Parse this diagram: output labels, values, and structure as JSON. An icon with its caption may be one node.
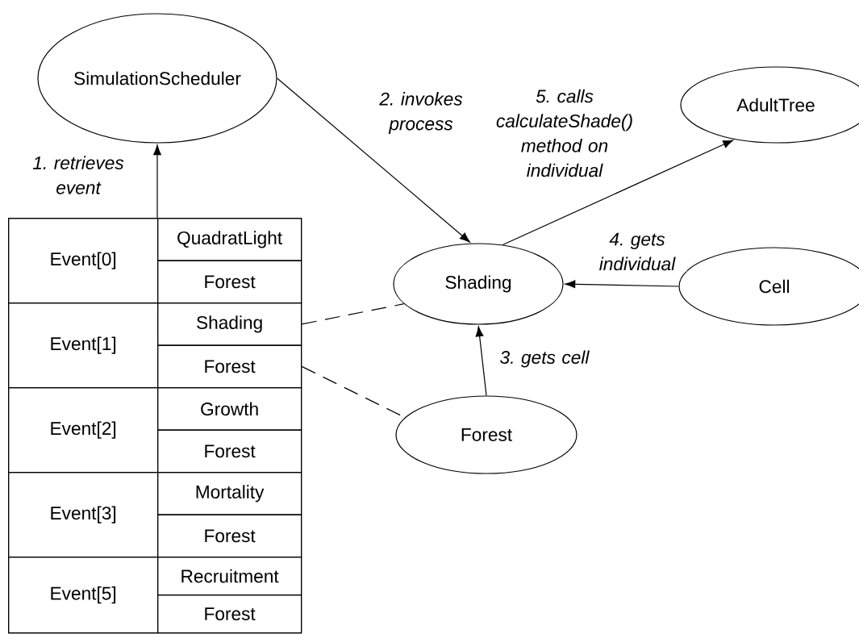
{
  "diagram": {
    "nodes": [
      {
        "text": [
          "SimulationScheduler"
        ]
      },
      {
        "text": [
          "AdultTree"
        ]
      },
      {
        "text": [],
        "shape": "box"
      },
      {
        "text": [
          "Event[0]"
        ],
        "in": 2
      },
      {
        "text": [
          "QuadratLight"
        ],
        "in": 2
      },
      {
        "text": [
          "Forest"
        ],
        "in": 2
      },
      {
        "text": [
          "Event[1]"
        ],
        "in": 2
      },
      {
        "text": [
          "Shading"
        ],
        "in": 2
      },
      {
        "text": [
          "Forest"
        ],
        "in": 2
      },
      {
        "text": [
          "Event[2]"
        ],
        "in": 2
      },
      {
        "text": [
          "Growth"
        ],
        "in": 2
      },
      {
        "text": [
          "Forest"
        ],
        "in": 2
      },
      {
        "text": [
          "Event[3]"
        ],
        "in": 2
      },
      {
        "text": [
          "Mortality"
        ],
        "in": 2
      },
      {
        "text": [
          "Forest"
        ],
        "in": 2
      },
      {
        "text": [
          "Event[5]"
        ],
        "in": 2
      },
      {
        "text": [
          "Recruitment"
        ],
        "in": 2
      },
      {
        "text": [
          "Forest"
        ],
        "in": 2
      },
      {
        "text": [
          "Shading"
        ]
      },
      {
        "text": [
          "Cell"
        ]
      },
      {
        "text": [
          "Forest"
        ]
      }
    ],
    "edges": [
      {
        "from": 2,
        "to": 0,
        "arrow": "to",
        "label": "1. retrieves event"
      },
      {
        "from": 0,
        "to": 18,
        "arrow": "to",
        "label": "2. invokes process"
      },
      {
        "from": 18,
        "to": 1,
        "arrow": "to",
        "label": "5. calls calculateShade() method on individual"
      },
      {
        "from": 19,
        "to": 18,
        "arrow": "to",
        "label": "4. gets individual"
      },
      {
        "from": 20,
        "to": 18,
        "arrow": "to",
        "label": "3. gets cell"
      },
      {
        "from": 7,
        "to": 18,
        "arrow": "none",
        "style": "dashed"
      },
      {
        "from": 8,
        "to": 20,
        "arrow": "none",
        "style": "dashed"
      }
    ]
  }
}
